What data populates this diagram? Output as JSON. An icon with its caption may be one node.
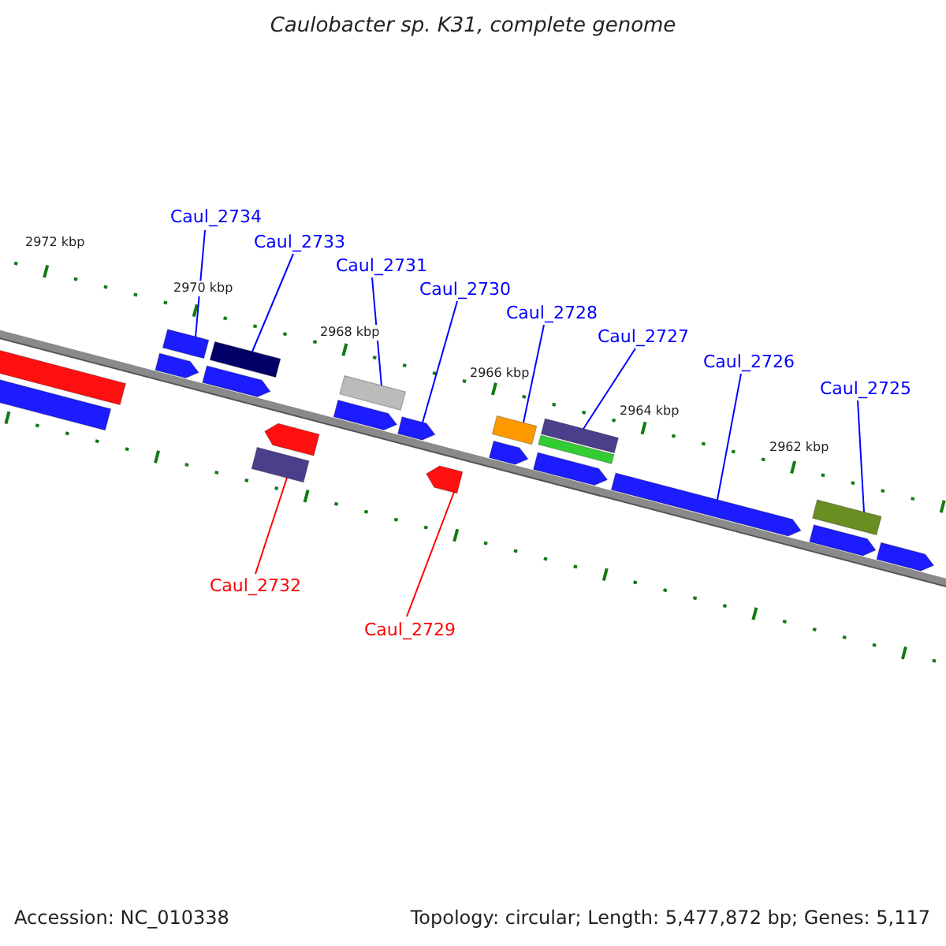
{
  "diagram": {
    "title": "Caulobacter sp. K31, complete genome",
    "nodes": [
      {
        "text": [
          "Caul_2734"
        ]
      },
      {
        "text": [
          "Caul_2733"
        ]
      },
      {
        "text": [
          "Caul_2731"
        ]
      },
      {
        "text": [
          "Caul_2730"
        ]
      },
      {
        "text": [
          "Caul_2728"
        ]
      },
      {
        "text": [
          "Caul_2727"
        ]
      },
      {
        "text": [
          "Caul_2726"
        ]
      },
      {
        "text": [
          "Caul_2725"
        ]
      },
      {
        "text": [
          "Caul_2732"
        ]
      },
      {
        "text": [
          "Caul_2729"
        ]
      },
      {
        "text": [],
        "shape": "box"
      },
      {
        "text": [],
        "shape": "box"
      },
      {
        "text": [],
        "shape": "pentagon"
      },
      {
        "text": [],
        "shape": "box"
      },
      {
        "text": [],
        "shape": "pentagon"
      },
      {
        "text": [],
        "shape": "box"
      },
      {
        "text": [],
        "shape": "box"
      },
      {
        "text": [],
        "shape": "pentagon"
      },
      {
        "text": [],
        "shape": "pentagon"
      },
      {
        "text": [],
        "shape": "box"
      },
      {
        "text": [],
        "shape": "pentagon"
      },
      {
        "text": [],
        "shape": "pentagon"
      },
      {
        "text": [],
        "shape": "box"
      },
      {
        "text": [],
        "shape": "pentagon"
      },
      {
        "text": [],
        "shape": "box"
      },
      {
        "text": [],
        "shape": "box"
      },
      {
        "text": [],
        "shape": "pentagon"
      },
      {
        "text": [],
        "shape": "pentagon"
      },
      {
        "text": [],
        "shape": "box"
      },
      {
        "text": [],
        "shape": "pentagon"
      },
      {
        "text": [],
        "shape": "pentagon"
      }
    ],
    "edges": [
      {
        "from": 0,
        "to": 13,
        "arrow": "none"
      },
      {
        "from": 1,
        "to": 15,
        "arrow": "none"
      },
      {
        "from": 2,
        "to": 19,
        "arrow": "none"
      },
      {
        "from": 3,
        "to": 20,
        "arrow": "none"
      },
      {
        "from": 4,
        "to": 22,
        "arrow": "none"
      },
      {
        "from": 5,
        "to": 24,
        "arrow": "none"
      },
      {
        "from": 6,
        "to": 27,
        "arrow": "none"
      },
      {
        "from": 7,
        "to": 28,
        "arrow": "none"
      },
      {
        "from": 8,
        "to": 16,
        "arrow": "none",
        "color": "#ff0000"
      },
      {
        "from": 9,
        "to": 21,
        "arrow": "none",
        "color": "#ff0000"
      }
    ],
    "labels": [
      "2972 kbp",
      "2970 kbp",
      "2968 kbp",
      "2966 kbp",
      "2964 kbp",
      "2962 kbp",
      "Accession: NC_010338",
      "Topology: circular; Length: 5,477,872 bp; Genes: 5,117"
    ]
  }
}
